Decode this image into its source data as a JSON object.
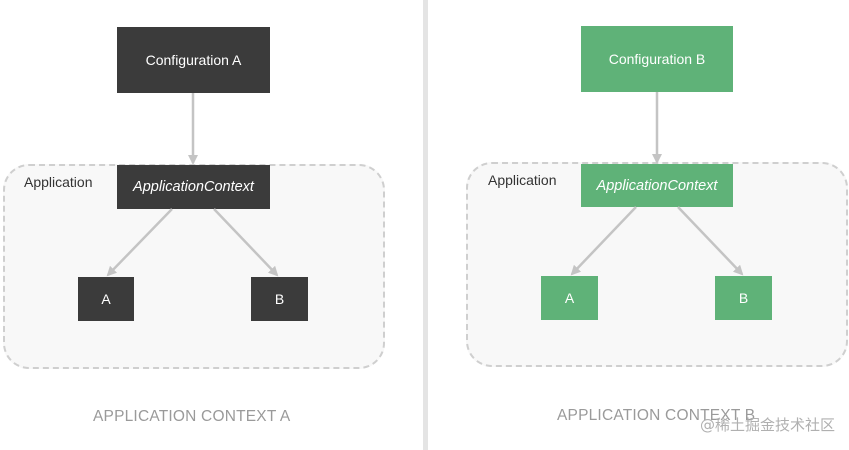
{
  "left": {
    "config_label": "Configuration A",
    "region_label": "Application",
    "context_label": "ApplicationContext",
    "bean_a": "A",
    "bean_b": "B",
    "caption": "APPLICATION CONTEXT A",
    "color": "#3b3b3b"
  },
  "right": {
    "config_label": "Configuration B",
    "region_label": "Application",
    "context_label": "ApplicationContext",
    "bean_a": "A",
    "bean_b": "B",
    "caption": "APPLICATION CONTEXT B",
    "color": "#5fb278"
  },
  "watermark": "@稀土掘金技术社区",
  "colors": {
    "arrow": "#c4c4c4",
    "divider": "#e4e4e4",
    "dashed_border": "#cfcfcf"
  }
}
